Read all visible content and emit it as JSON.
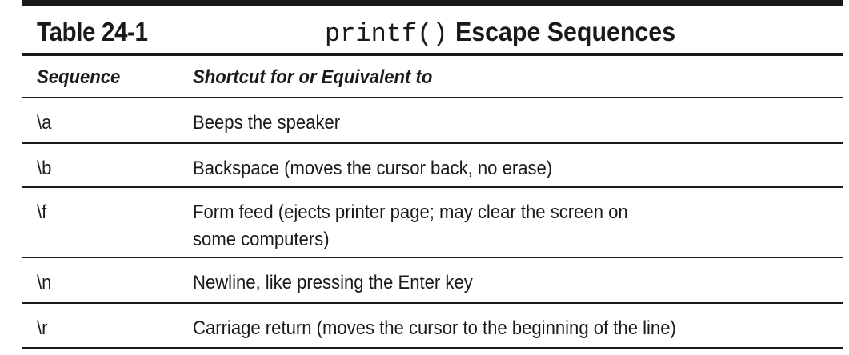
{
  "table": {
    "label": "Table 24-1",
    "title_code": "printf()",
    "title_text": "Escape Sequences",
    "headers": {
      "sequence": "Sequence",
      "meaning": "Shortcut for or Equivalent to"
    },
    "rows": [
      {
        "sequence": "\\a",
        "meaning": "Beeps the speaker"
      },
      {
        "sequence": "\\b",
        "meaning": "Backspace (moves the cursor back, no erase)"
      },
      {
        "sequence": "\\f",
        "meaning_line1": "Form feed (ejects printer page; may clear the screen on",
        "meaning_line2": "some computers)"
      },
      {
        "sequence": "\\n",
        "meaning": "Newline, like pressing the Enter key"
      },
      {
        "sequence": "\\r",
        "meaning": "Carriage return (moves the cursor to the beginning of the line)"
      }
    ]
  }
}
